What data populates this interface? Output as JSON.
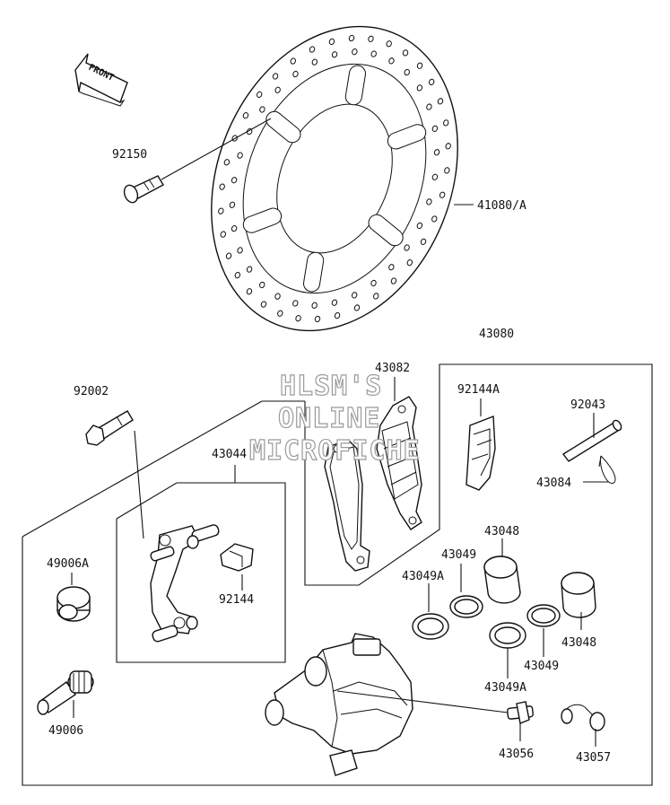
{
  "front_label": "FRONT",
  "watermark": [
    "HLSM'S",
    "ONLINE",
    "MICROFICHE"
  ],
  "parts": [
    {
      "id": "41080A",
      "number": "41080/A"
    },
    {
      "id": "92150",
      "number": "92150"
    },
    {
      "id": "43080",
      "number": "43080"
    },
    {
      "id": "43082",
      "number": "43082"
    },
    {
      "id": "92002",
      "number": "92002"
    },
    {
      "id": "92144A",
      "number": "92144A"
    },
    {
      "id": "92043",
      "number": "92043"
    },
    {
      "id": "43084",
      "number": "43084"
    },
    {
      "id": "43044",
      "number": "43044"
    },
    {
      "id": "49006A",
      "number": "49006A"
    },
    {
      "id": "92144",
      "number": "92144"
    },
    {
      "id": "43048a",
      "number": "43048"
    },
    {
      "id": "43049a",
      "number": "43049"
    },
    {
      "id": "43049Aa",
      "number": "43049A"
    },
    {
      "id": "43048b",
      "number": "43048"
    },
    {
      "id": "43049b",
      "number": "43049"
    },
    {
      "id": "43049Ab",
      "number": "43049A"
    },
    {
      "id": "49006",
      "number": "49006"
    },
    {
      "id": "43056",
      "number": "43056"
    },
    {
      "id": "43057",
      "number": "43057"
    }
  ]
}
